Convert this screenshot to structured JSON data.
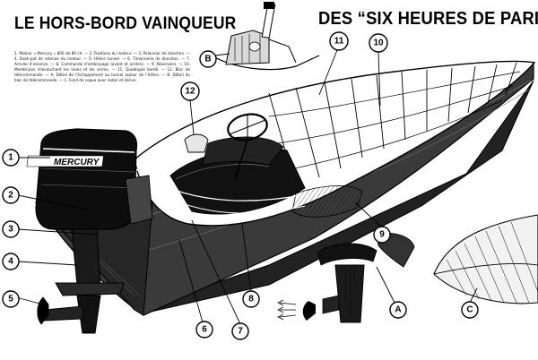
{
  "title": {
    "left": "LE HORS-BORD VAINQUEUR",
    "right": "DES “SIX HEURES DE PARIS”"
  },
  "caption": "1. Moteur « Mercury » 800 de 80 ch. — 2. Fixations du moteur. — 3. Palonnier de direction. — 4. Dash-pot de retenue du moteur. — 5. Hélice tunnel. — 6. Timonnerie de direction. — 7. Arrivée d’essence. — 8. Commande d’embrayage (avant et arrière). — 9. Réservoirs. — 10. Membrures chevauchant les lisses et les serres. — 11. Quadruple bordé. — 12. Bloc de télécommande. — A. Détail de l’échappement au tunnel autour de l’hélice. — B. Détail du bloc de télécommande. — C. Fond de coque avec redan et dérive.",
  "engine_brand": "MERCURY",
  "callouts": [
    "1",
    "2",
    "3",
    "4",
    "5",
    "6",
    "7",
    "8",
    "9",
    "10",
    "11",
    "12",
    "A",
    "B",
    "C"
  ],
  "colors": {
    "ink": "#000000",
    "paper": "#ffffff",
    "shade": "#2a2a2a"
  }
}
